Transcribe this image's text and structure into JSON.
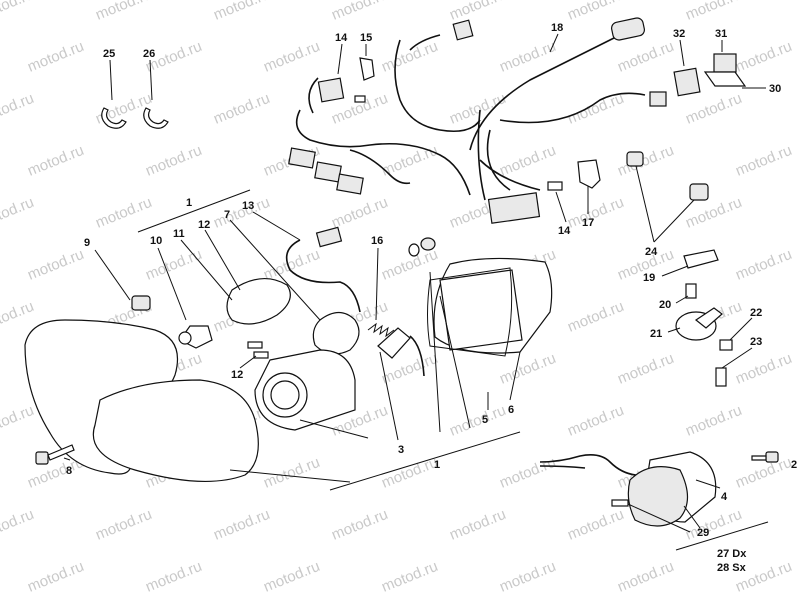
{
  "watermark": "motod.ru",
  "callouts": [
    {
      "id": "c25",
      "text": "25"
    },
    {
      "id": "c26",
      "text": "26"
    },
    {
      "id": "c14a",
      "text": "14"
    },
    {
      "id": "c15",
      "text": "15"
    },
    {
      "id": "c18",
      "text": "18"
    },
    {
      "id": "c32",
      "text": "32"
    },
    {
      "id": "c31",
      "text": "31"
    },
    {
      "id": "c30",
      "text": "30"
    },
    {
      "id": "c1a",
      "text": "1"
    },
    {
      "id": "c9",
      "text": "9"
    },
    {
      "id": "c10",
      "text": "10"
    },
    {
      "id": "c11",
      "text": "11"
    },
    {
      "id": "c12a",
      "text": "12"
    },
    {
      "id": "c7",
      "text": "7"
    },
    {
      "id": "c13",
      "text": "13"
    },
    {
      "id": "c16",
      "text": "16"
    },
    {
      "id": "c14b",
      "text": "14"
    },
    {
      "id": "c17",
      "text": "17"
    },
    {
      "id": "c24",
      "text": "24"
    },
    {
      "id": "c19",
      "text": "19"
    },
    {
      "id": "c20",
      "text": "20"
    },
    {
      "id": "c21",
      "text": "21"
    },
    {
      "id": "c22",
      "text": "22"
    },
    {
      "id": "c23",
      "text": "23"
    },
    {
      "id": "c12b",
      "text": "12"
    },
    {
      "id": "c3",
      "text": "3"
    },
    {
      "id": "c5",
      "text": "5"
    },
    {
      "id": "c6",
      "text": "6"
    },
    {
      "id": "c1b",
      "text": "1"
    },
    {
      "id": "c8",
      "text": "8"
    },
    {
      "id": "c2",
      "text": "2"
    },
    {
      "id": "c4",
      "text": "4"
    },
    {
      "id": "c29",
      "text": "29"
    },
    {
      "id": "c27",
      "text": "27 Dx"
    },
    {
      "id": "c28",
      "text": "28 Sx"
    }
  ]
}
